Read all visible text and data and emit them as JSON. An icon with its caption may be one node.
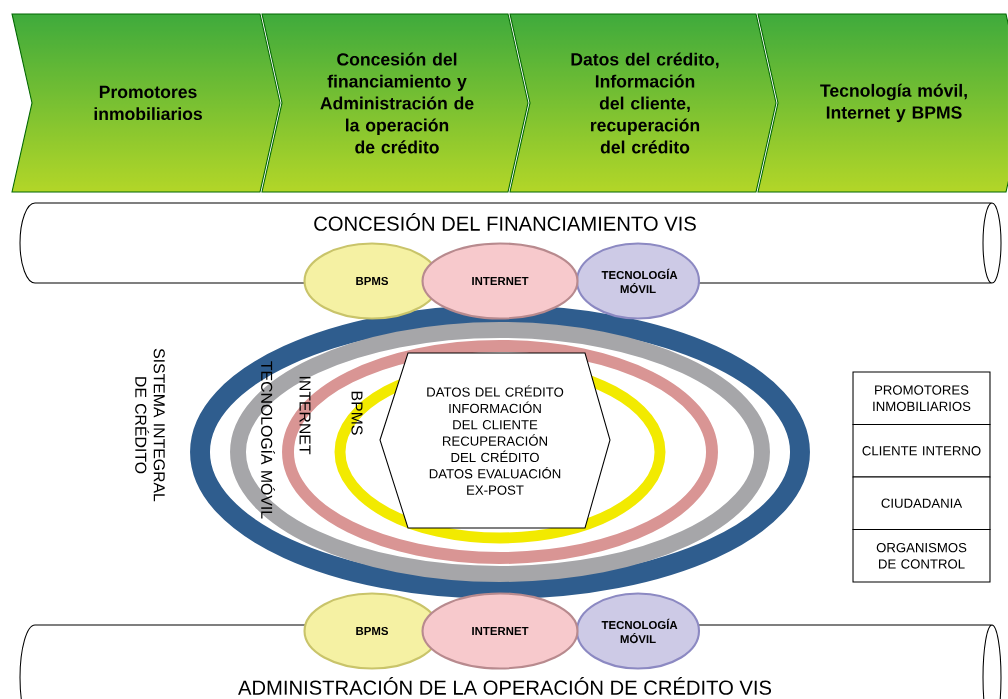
{
  "diagram": {
    "nodes": [
      {
        "text": [
          "Promotores inmobiliarios"
        ]
      },
      {
        "text": [
          "Concesión del financiamiento y Administración de la operación de crédito"
        ]
      },
      {
        "text": [
          "Datos del crédito, Información del cliente, recuperación del crédito"
        ]
      },
      {
        "text": [
          "Tecnología móvil, Internet y BPMS"
        ]
      },
      {
        "text": [
          "CONCESIÓN DEL FINANCIAMIENTO VIS"
        ]
      },
      {
        "text": [
          "BPMS"
        ]
      },
      {
        "text": [
          "INTERNET"
        ]
      },
      {
        "text": [
          "TECNOLOGÍA MÓVIL"
        ]
      },
      {
        "text": [
          "SISTEMA INTEGRAL DE CRÉDITO"
        ]
      },
      {
        "text": [
          "TECNOLOGÍA MÓVIL"
        ]
      },
      {
        "text": [
          "INTERNET"
        ],
        "in": 9
      },
      {
        "text": [
          "BPMS"
        ],
        "in": 10
      },
      {
        "in": 11,
        "text": [
          "DATOS DEL CRÉDITO",
          "INFORMACIÓN DEL CLIENTE",
          "RECUPERACIÓN DEL CRÉDITO",
          "DATOS EVALUACIÓN EX-POST"
        ]
      },
      {
        "text": [
          "PROMOTORES INMOBILIARIOS"
        ]
      },
      {
        "text": [
          "CLIENTE INTERNO"
        ]
      },
      {
        "text": [
          "CIUDADANIA"
        ]
      },
      {
        "text": [
          "ORGANISMOS DE CONTROL"
        ]
      },
      {
        "text": [
          "BPMS"
        ]
      },
      {
        "text": [
          "INTERNET"
        ]
      },
      {
        "text": [
          "TECNOLOGÍA MÓVIL"
        ]
      },
      {
        "text": [
          "ADMINISTRACIÓN DE LA OPERACIÓN DE CRÉDITO VIS"
        ]
      }
    ]
  }
}
